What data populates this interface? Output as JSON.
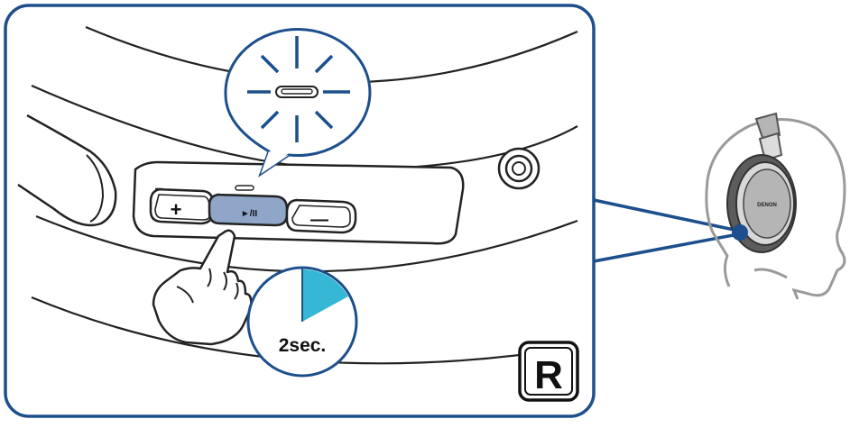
{
  "illustration": {
    "buttons": {
      "plus_label": "+",
      "play_pause_label": "►/II",
      "minus_label": "—"
    },
    "timer": {
      "duration_label": "2sec.",
      "elapsed_fraction": 0.17
    },
    "side_badge": "R",
    "brand_label": "DENON",
    "colors": {
      "frame_blue": "#1c4f8c",
      "highlight_button": "#8fa6c8",
      "timer_fill": "#35b7d5",
      "indicator_dot": "#1c4f8c",
      "head_outline": "#9a9a9a",
      "earcup_gray": "#b5b5b5"
    },
    "icons": [
      "blinking-led-icon",
      "pointing-hand-icon",
      "timer-pie-icon",
      "side-badge-icon",
      "head-with-headphones-icon"
    ]
  }
}
